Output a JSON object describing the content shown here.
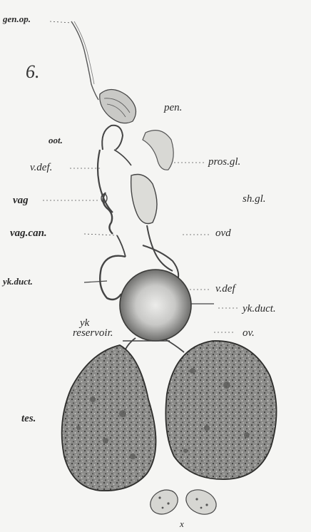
{
  "figure": {
    "number": "6.",
    "labels": {
      "gen_op": "gen.op.",
      "pen": "pen.",
      "oot": "oot.",
      "v_def_left": "v.def.",
      "pros_gl": "pros.gl.",
      "vag": "vag",
      "sh_gl": "sh.gl.",
      "vag_can": "vag.can.",
      "ovd": "ovd",
      "yk_duct_left": "yk.duct.",
      "v_def_right": "v.def",
      "yk_duct_right": "yk.duct.",
      "yk": "yk",
      "reservoir": "reservoir.",
      "ov": "ov.",
      "tes": "tes.",
      "x": "x"
    },
    "colors": {
      "ink": "#2a2a2a",
      "testis_fill": "#8e8e8c",
      "reservoir_fill": "#9a9a98",
      "background": "#f5f5f3"
    }
  }
}
